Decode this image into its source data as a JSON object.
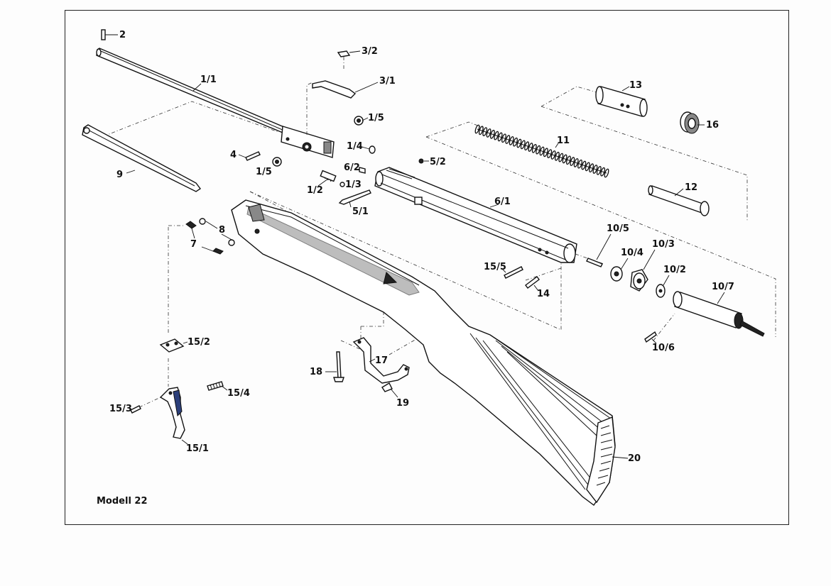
{
  "title": "Modell 22",
  "part_labels": [
    "2",
    "3/2",
    "3/1",
    "1/1",
    "1/5",
    "4",
    "1/4",
    "1/5",
    "6/2",
    "5/2",
    "1/2",
    "1/3",
    "5/1",
    "9",
    "13",
    "16",
    "11",
    "12",
    "6/1",
    "8",
    "7",
    "10/5",
    "10/4",
    "10/3",
    "10/2",
    "10/7",
    "15/5",
    "14",
    "10/6",
    "15/2",
    "17",
    "18",
    "19",
    "15/4",
    "15/3",
    "15/1",
    "20"
  ]
}
